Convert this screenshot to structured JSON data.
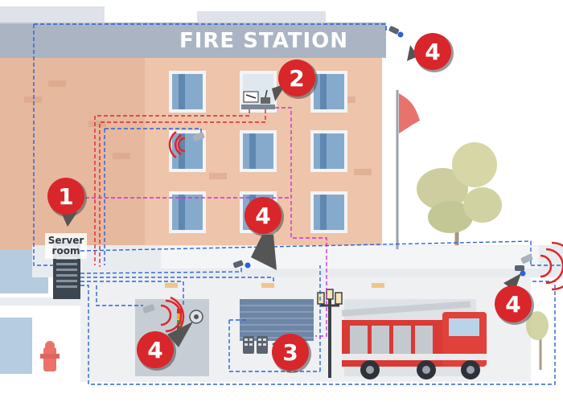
{
  "title": "FIRE STATION",
  "server_room": {
    "line1": "Server",
    "line2": "room"
  },
  "markers": [
    {
      "id": "1",
      "label": "1"
    },
    {
      "id": "2",
      "label": "2"
    },
    {
      "id": "3",
      "label": "3"
    },
    {
      "id": "4a",
      "label": "4"
    },
    {
      "id": "4b",
      "label": "4"
    },
    {
      "id": "4c",
      "label": "4"
    },
    {
      "id": "4d",
      "label": "4"
    }
  ],
  "colors": {
    "sky": "#ffffff",
    "brick": "#dca88c",
    "brick_light": "#e8c0a8",
    "sign_band": "#a9b3c2",
    "window": "#7fa6c8",
    "window_frame": "#f1f4f8",
    "ground_floor": "#e8ebee",
    "marker": "#d8262b",
    "cable_blue": "#2b62d9",
    "cable_red": "#e0262b",
    "cable_magenta": "#d02fd8",
    "signal": "#e0262b"
  },
  "icons": [
    "camera-icon",
    "speaker-icon",
    "microphone-icon",
    "flag-icon",
    "tree-icon",
    "fire-truck-icon",
    "lamp-post-icon",
    "hydrant-icon",
    "alarm-beacon-icon",
    "keypad-icon"
  ]
}
